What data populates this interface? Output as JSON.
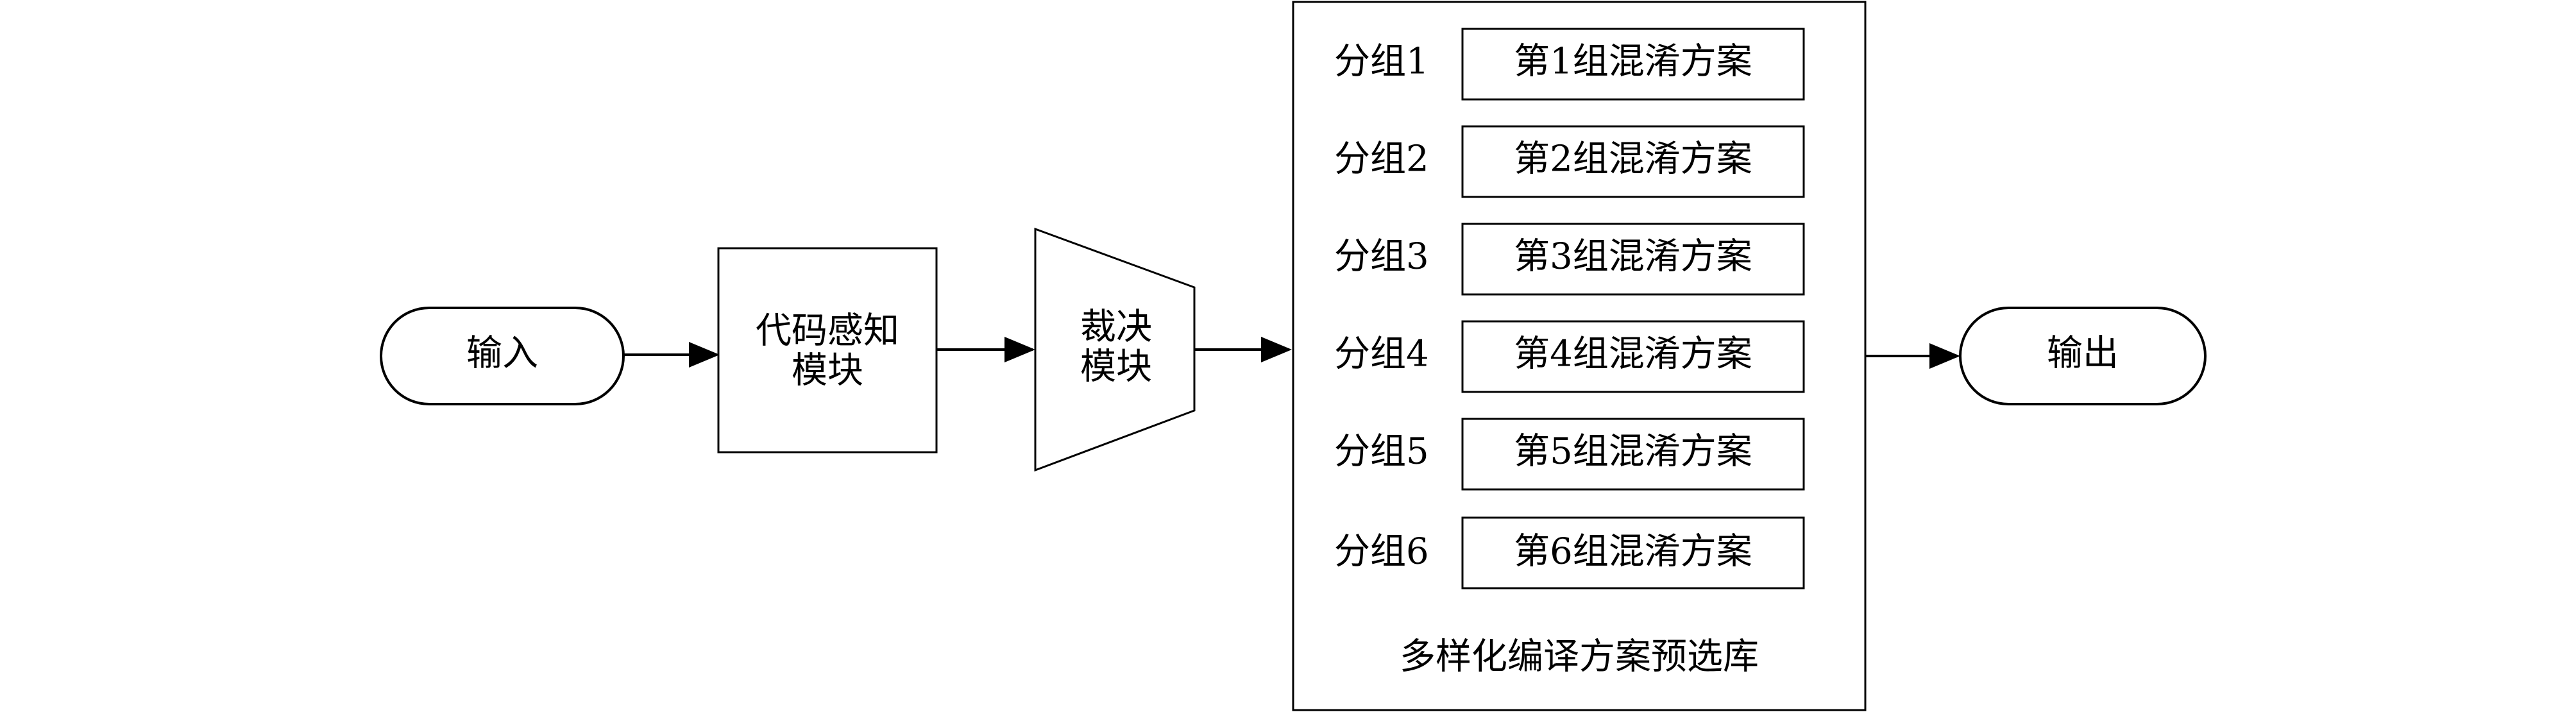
{
  "diagram": {
    "input_label": "输入",
    "perception_module": {
      "line1": "代码感知",
      "line2": "模块"
    },
    "decision_module": {
      "line1": "裁决",
      "line2": "模块"
    },
    "library": {
      "title": "多样化编译方案预选库",
      "groups": [
        {
          "label": "分组1",
          "scheme": "第1组混淆方案"
        },
        {
          "label": "分组2",
          "scheme": "第2组混淆方案"
        },
        {
          "label": "分组3",
          "scheme": "第3组混淆方案"
        },
        {
          "label": "分组4",
          "scheme": "第4组混淆方案"
        },
        {
          "label": "分组5",
          "scheme": "第5组混淆方案"
        },
        {
          "label": "分组6",
          "scheme": "第6组混淆方案"
        }
      ]
    },
    "output_label": "输出"
  }
}
